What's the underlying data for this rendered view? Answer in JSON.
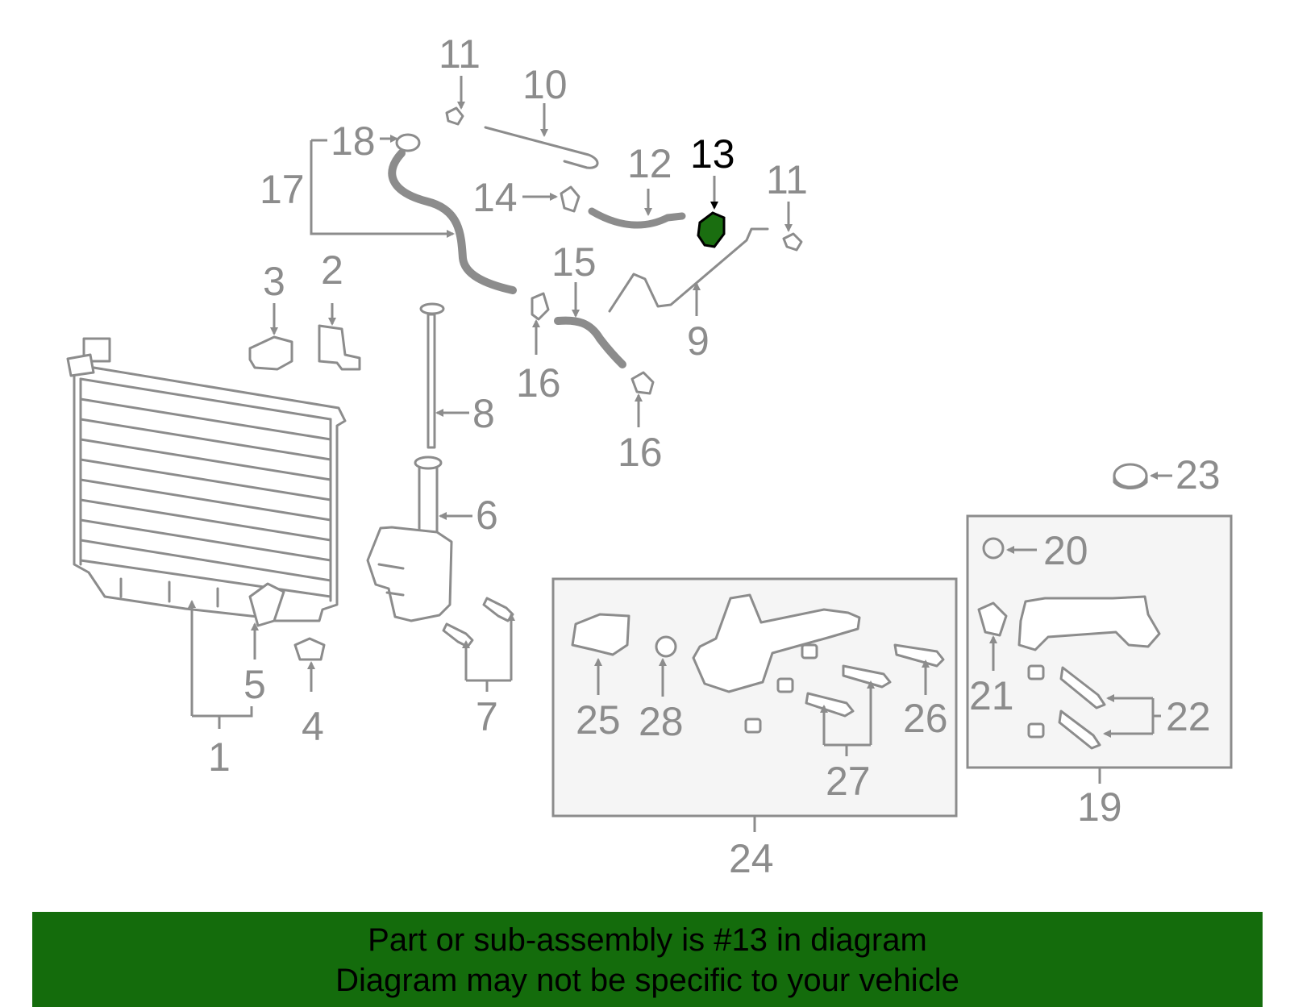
{
  "diagram": {
    "labels": {
      "p1": "1",
      "p2": "2",
      "p3": "3",
      "p4": "4",
      "p5": "5",
      "p6": "6",
      "p7": "7",
      "p8": "8",
      "p9": "9",
      "p10": "10",
      "p11a": "11",
      "p11b": "11",
      "p12": "12",
      "p13": "13",
      "p14": "14",
      "p15": "15",
      "p16a": "16",
      "p16b": "16",
      "p17": "17",
      "p18": "18",
      "p19": "19",
      "p20": "20",
      "p21": "21",
      "p22": "22",
      "p23": "23",
      "p24": "24",
      "p25": "25",
      "p26": "26",
      "p27": "27",
      "p28": "28"
    },
    "highlight_part": "13",
    "colors": {
      "line": "#8c8c8c",
      "highlight_fill": "#1a6e10",
      "highlight_label": "#000000",
      "banner_bg": "#146c0c",
      "box_fill": "#f5f5f5"
    }
  },
  "banner": {
    "line1": "Part or sub-assembly is #13 in diagram",
    "line2": "Diagram may not be specific to your vehicle"
  }
}
